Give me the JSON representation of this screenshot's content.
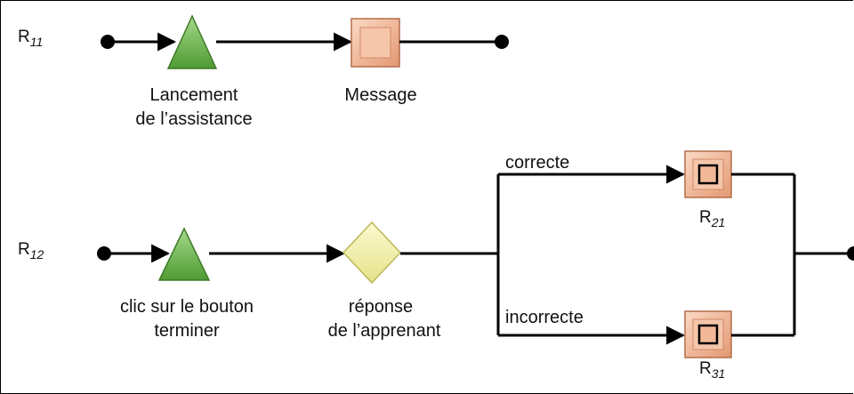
{
  "rows": [
    {
      "id": "R11",
      "label_main": "R",
      "label_sub": "11",
      "nodes": [
        {
          "kind": "start",
          "name": "start-node"
        },
        {
          "kind": "event-triangle",
          "name": "event-lancement",
          "text_line1": "Lancement",
          "text_line2": "de l’assistance",
          "color": "#6fb04a"
        },
        {
          "kind": "action-square",
          "name": "action-message",
          "text_line1": "Message",
          "text_line2": "",
          "color": "#f2b898"
        },
        {
          "kind": "end",
          "name": "end-node"
        }
      ]
    },
    {
      "id": "R12",
      "label_main": "R",
      "label_sub": "12",
      "nodes": [
        {
          "kind": "start",
          "name": "start-node"
        },
        {
          "kind": "event-triangle",
          "name": "event-clic-terminer",
          "text_line1": "clic sur le bouton",
          "text_line2": "terminer",
          "color": "#6fb04a"
        },
        {
          "kind": "decision-diamond",
          "name": "decision-reponse",
          "text_line1": "réponse",
          "text_line2": "de l’apprenant",
          "color": "#f3f0a8"
        }
      ],
      "branches": [
        {
          "condition": "correcte",
          "target_main": "R",
          "target_sub": "21"
        },
        {
          "condition": "incorrecte",
          "target_main": "R",
          "target_sub": "31"
        }
      ]
    }
  ],
  "colors": {
    "line": "#000000",
    "triangle": "#6fb04a",
    "square": "#f2b898",
    "diamond": "#f3f0a8"
  }
}
